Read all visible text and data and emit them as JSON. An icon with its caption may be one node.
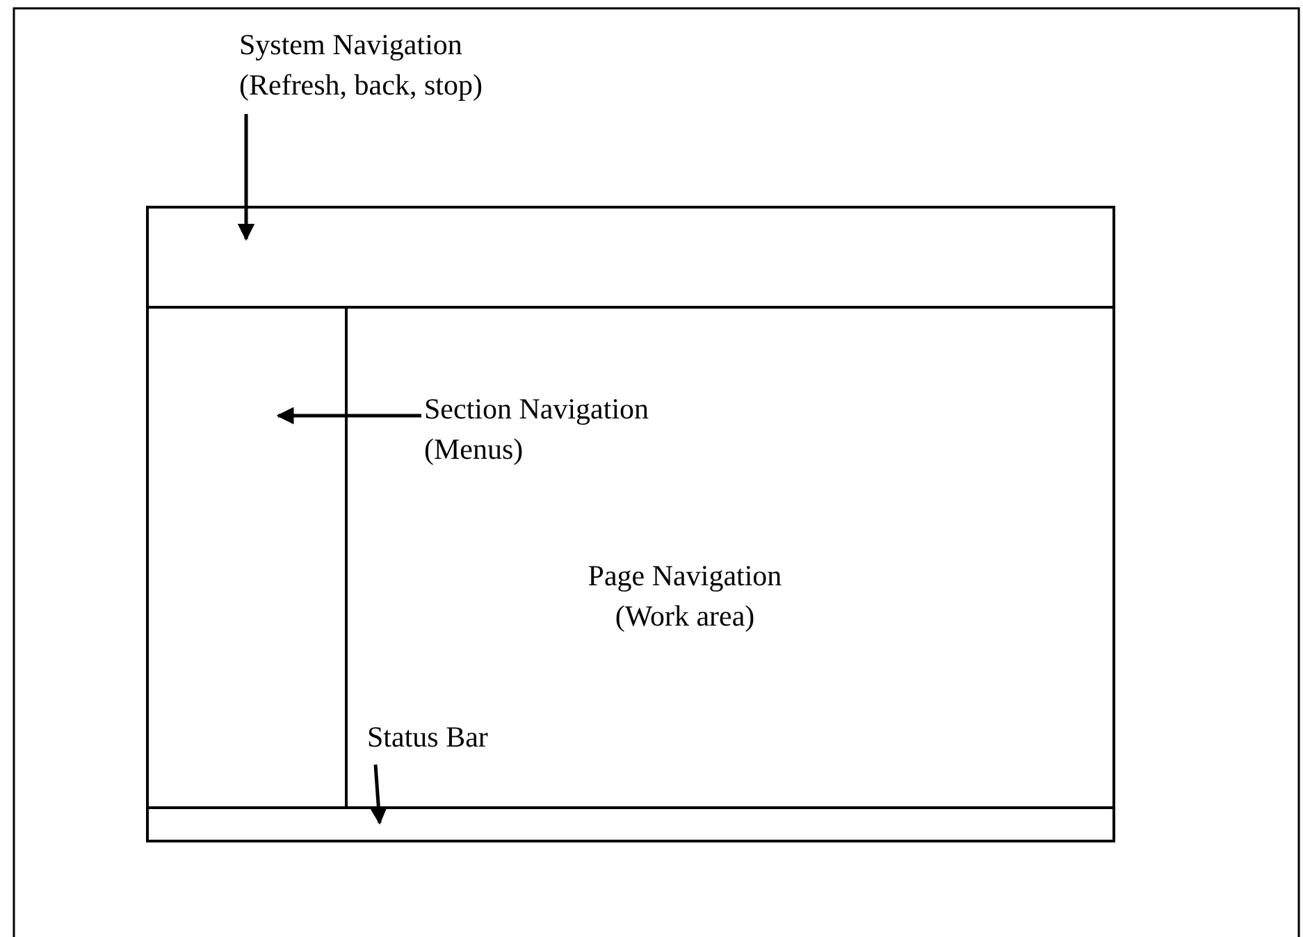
{
  "diagram": {
    "nodes": [
      {
        "text": [
          "System Navigation (Refresh, back, stop)"
        ]
      },
      {
        "text": [],
        "shape": "box"
      },
      {
        "text": [],
        "shape": "box"
      },
      {
        "text": [
          "Page Navigation (Work area)"
        ]
      },
      {
        "text": [
          "Section Navigation (Menus)"
        ],
        "in": 3
      },
      {
        "text": [
          "Status Bar"
        ],
        "in": 3
      },
      {
        "text": [],
        "shape": "box"
      }
    ],
    "edges": [
      {
        "from": 0,
        "to": 1,
        "arrow": "to"
      },
      {
        "from": 4,
        "to": 2,
        "arrow": "to"
      },
      {
        "from": 5,
        "to": 6,
        "arrow": "to"
      }
    ]
  }
}
